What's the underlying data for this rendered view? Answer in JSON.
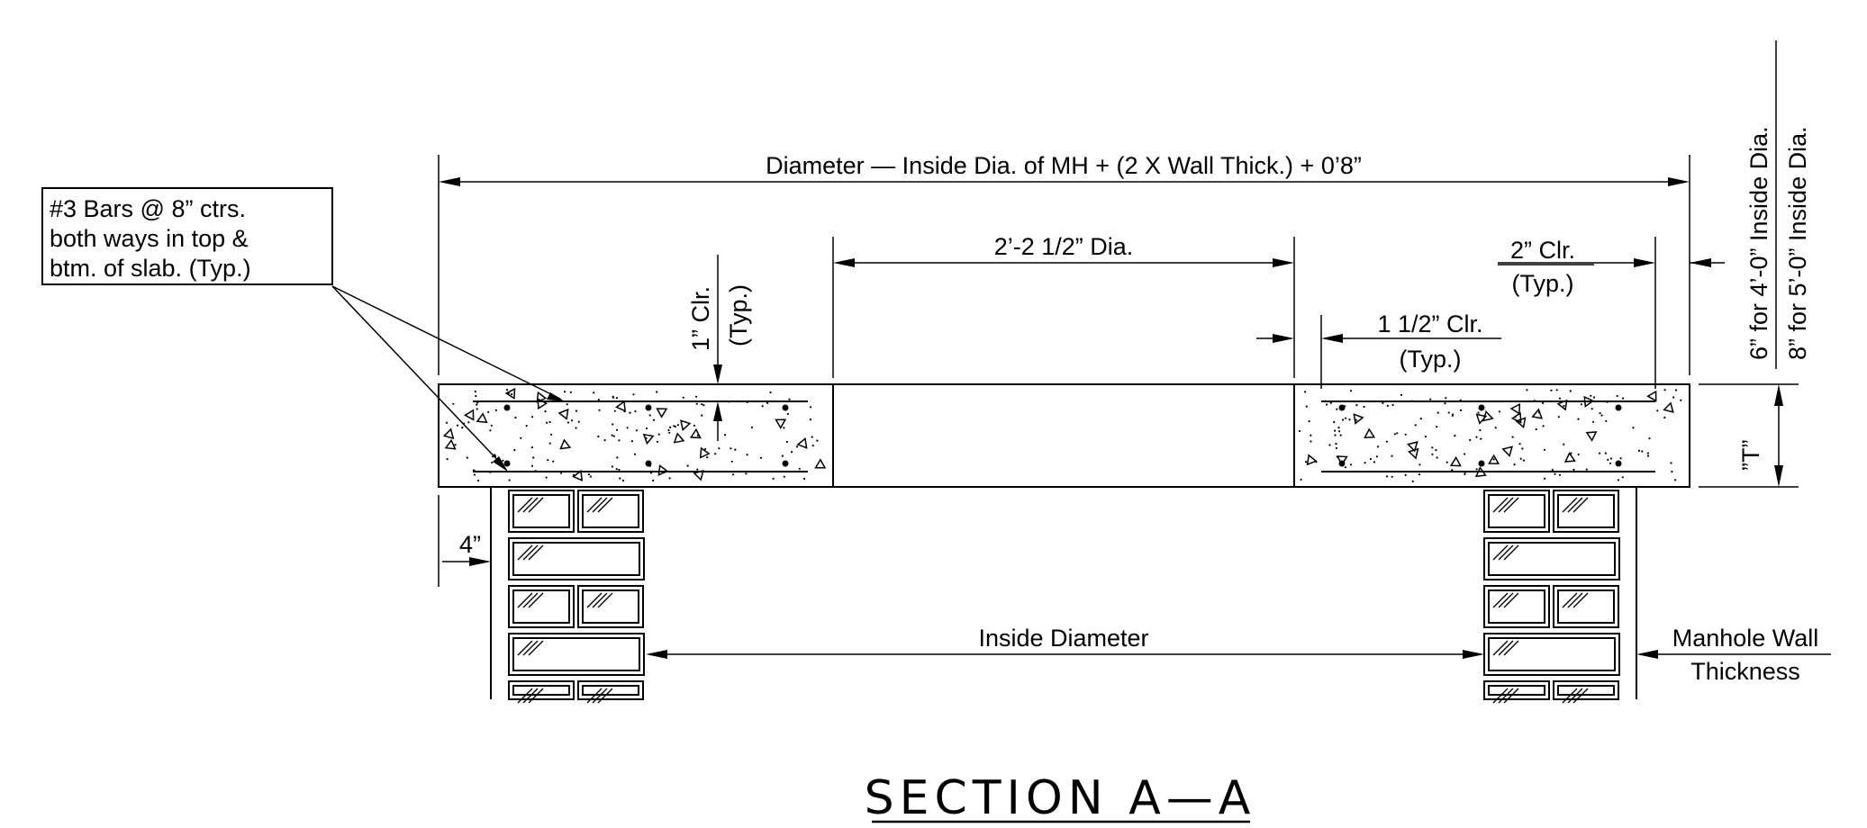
{
  "title": "SECTION A—A",
  "notes": {
    "rebar_line1": "#3 Bars @ 8” ctrs.",
    "rebar_line2": "both ways in top &",
    "rebar_line3": "btm. of slab. (Typ.)"
  },
  "dimensions": {
    "overall": "Diameter — Inside Dia. of MH + (2 X Wall Thick.) + 0’8”",
    "opening": "2’-2 1/2” Dia.",
    "top_clear": "2” Clr.",
    "top_clear_typ": "(Typ.)",
    "bar_clear": "1 1/2” Clr.",
    "bar_clear_typ": "(Typ.)",
    "cover_clear": "1” Clr.",
    "cover_clear_typ": "(Typ.)",
    "thickness_4ft": "6” for 4’-0” Inside Dia.",
    "thickness_5ft": "8” for 5’-0” Inside Dia.",
    "slab_thickness": "”T”",
    "offset": "4”",
    "inside_diameter": "Inside Diameter",
    "wall_line1": "Manhole Wall",
    "wall_line2": "Thickness"
  }
}
